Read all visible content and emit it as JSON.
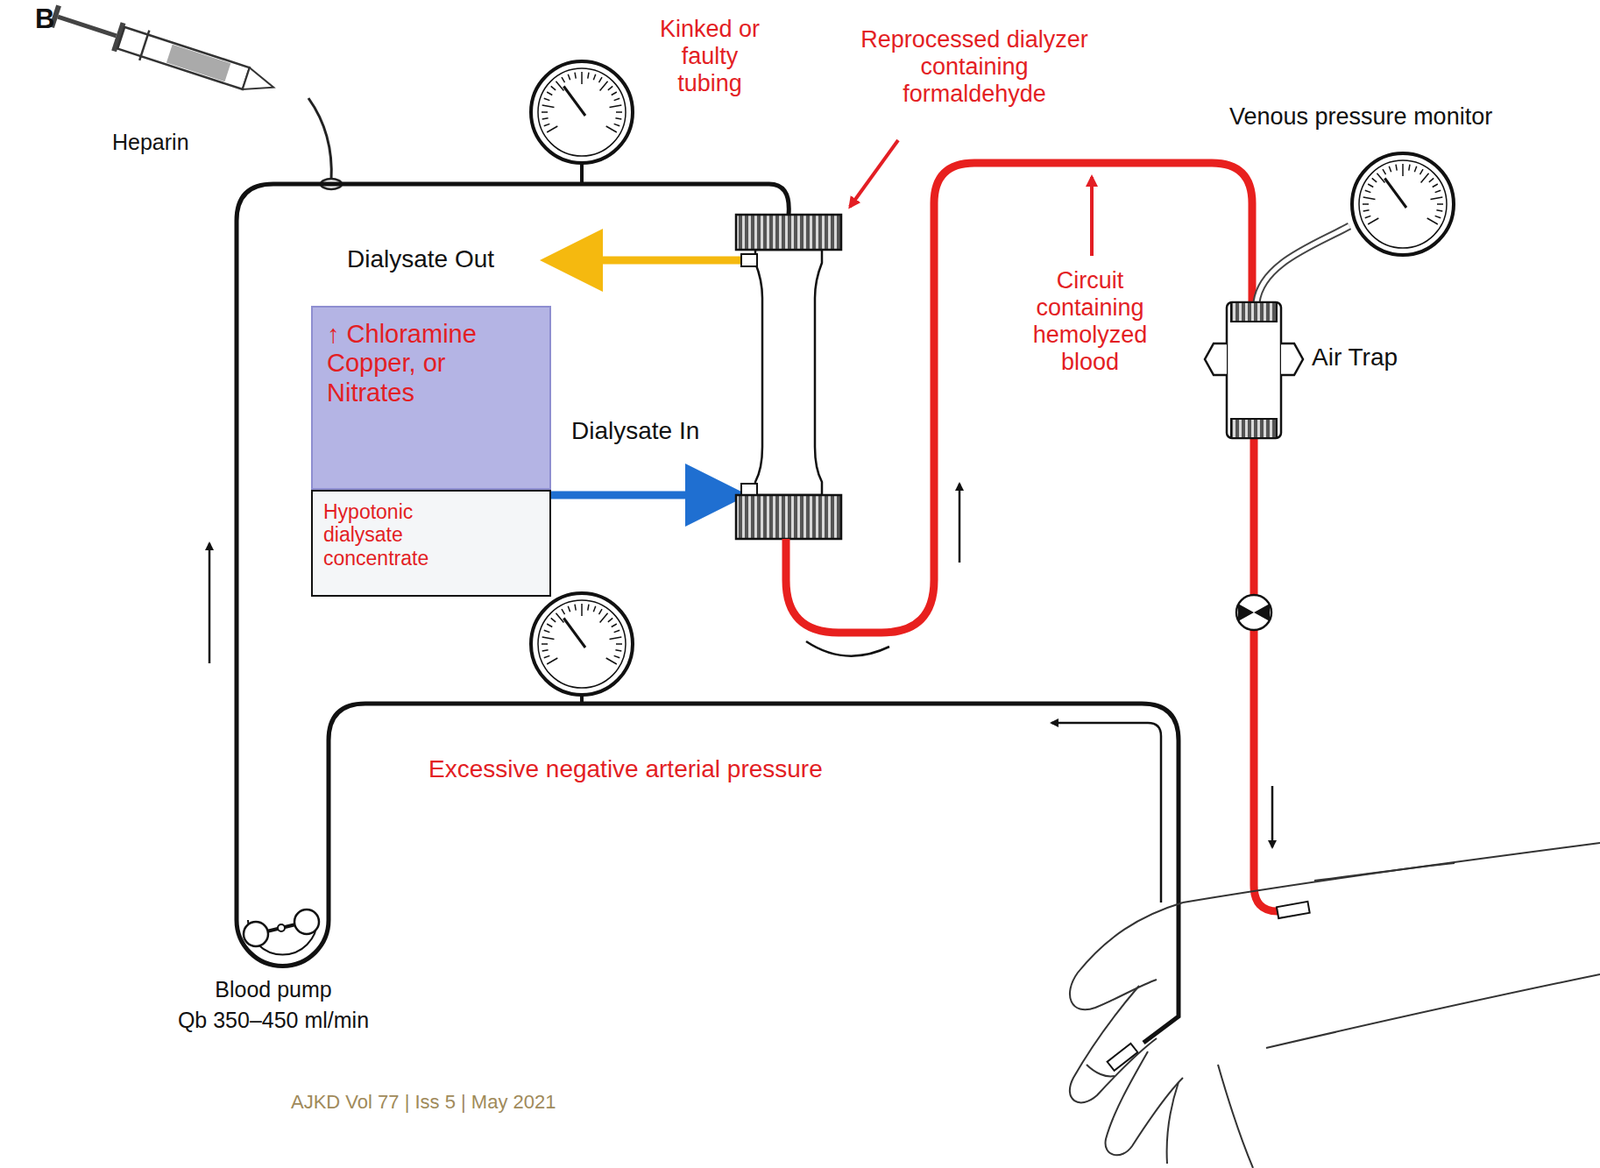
{
  "diagram": {
    "nodes": [
      {
        "text": [
          "↑ Chloramine Copper, or Nitrates"
        ]
      },
      {
        "text": [
          "Hypotonic dialysate concentrate"
        ]
      }
    ],
    "labels": [
      "B",
      "Heparin",
      "Kinked or faulty tubing",
      "Reprocessed dialyzer containing formaldehyde",
      "Venous pressure monitor",
      "Dialysate Out",
      "Dialysate In",
      "Circuit containing hemolyzed blood",
      "Air Trap",
      "Excessive negative arterial pressure",
      "Blood pump",
      "Qb 350–450 ml/min",
      "AJKD Vol 77 | Iss 5 | May 2021"
    ]
  }
}
